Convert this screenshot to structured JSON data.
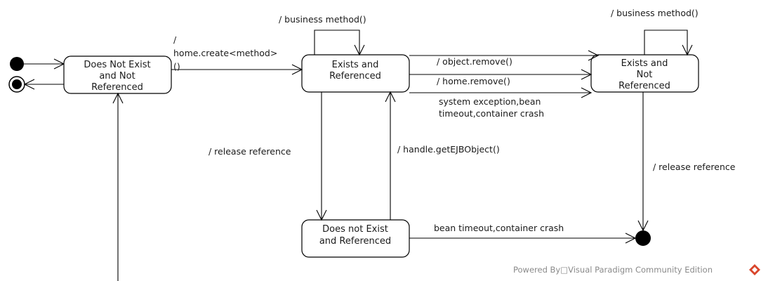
{
  "states": {
    "does_not_exist_not_referenced": [
      "Does Not Exist",
      "and Not",
      "Referenced"
    ],
    "exists_referenced": [
      "Exists and",
      "Referenced"
    ],
    "exists_not_referenced": [
      "Exists and",
      "Not",
      "Referenced"
    ],
    "does_not_exist_referenced": [
      "Does not Exist",
      "and Referenced"
    ]
  },
  "transitions": {
    "create_slash": "/",
    "create_method": "home.create<method>",
    "create_parens": "()",
    "business_method_1": "/ business method()",
    "business_method_2": "/ business method()",
    "object_remove": "/ object.remove()",
    "home_remove": "/ home.remove()",
    "system_exception_1": "system exception,bean",
    "system_exception_2": "timeout,container crash",
    "release_reference_1": "/ release reference",
    "release_reference_2": "/ release reference",
    "get_ejb_object": "/ handle.getEJBObject()",
    "bean_timeout": "bean timeout,container crash"
  },
  "watermark": {
    "text": "Powered By□Visual Paradigm Community Edition",
    "icon": "visual-paradigm-logo-icon",
    "icon_color": "#d9452b"
  }
}
